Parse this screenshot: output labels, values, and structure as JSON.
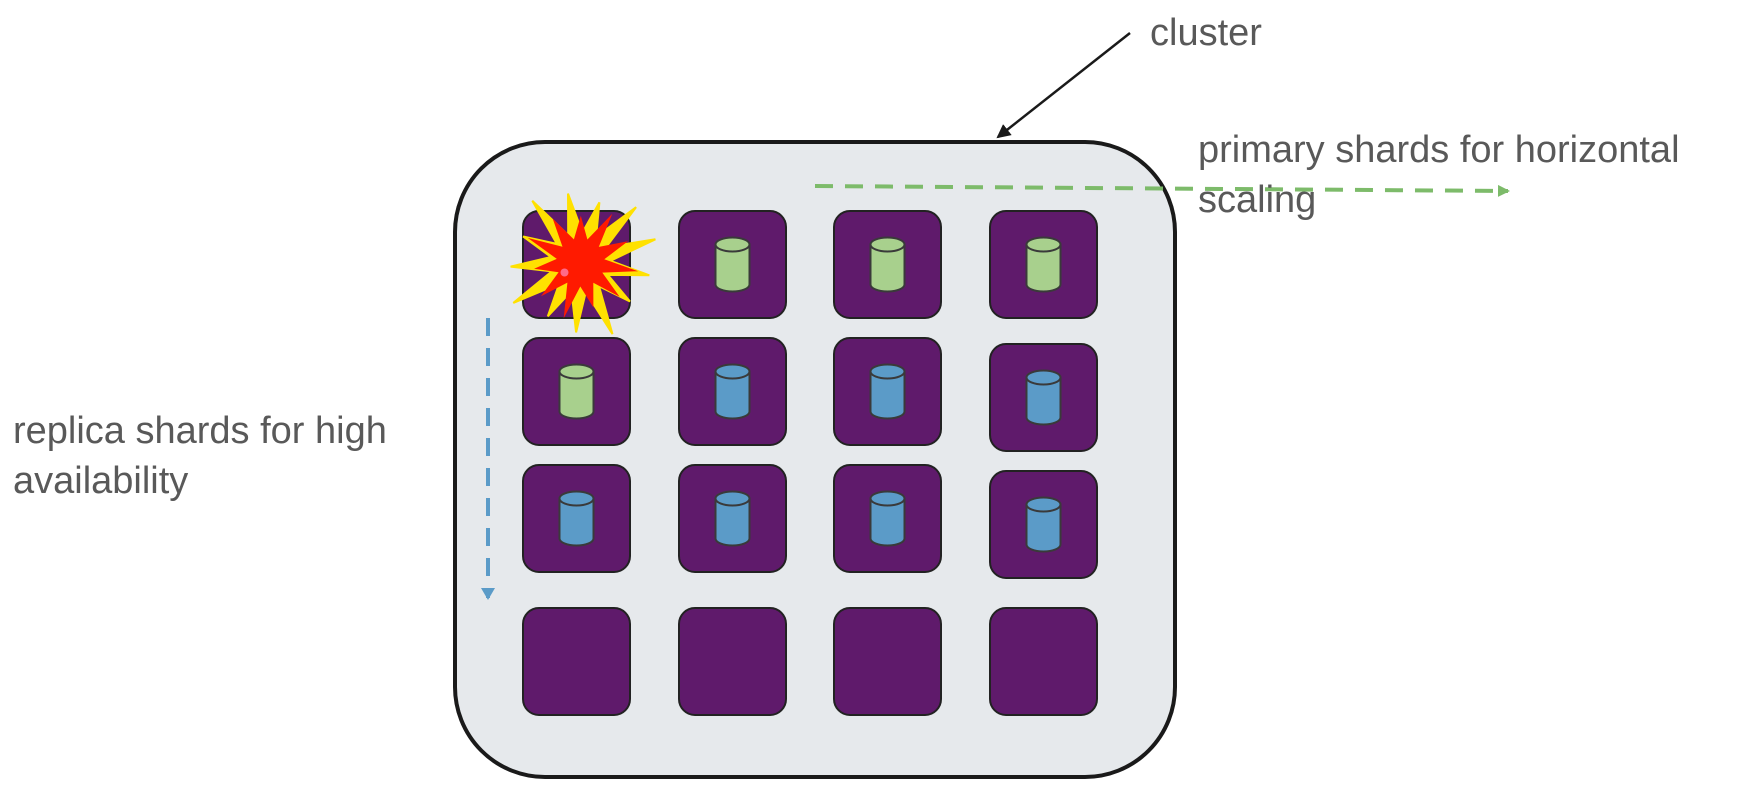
{
  "labels": {
    "cluster": "cluster",
    "primary_line1": "primary shards for horizontal",
    "primary_line2": "scaling",
    "replica_line1": "replica shards for high",
    "replica_line2": "availability"
  },
  "grid": {
    "rows": [
      [
        "failed",
        "primary",
        "primary",
        "primary"
      ],
      [
        "primary",
        "replica",
        "replica",
        "replica"
      ],
      [
        "replica",
        "replica",
        "replica",
        "replica"
      ],
      [
        "empty",
        "empty",
        "empty",
        "empty"
      ]
    ]
  },
  "colors": {
    "node": "#5f1a6b",
    "cluster_fill": "#e6e9ec",
    "cluster_stroke": "#1a1a1a",
    "primary_shard": "#a8d08d",
    "replica_shard": "#5b9bc8",
    "primary_arrow": "#7dbb6a",
    "replica_arrow": "#5b9bc8",
    "explosion_outer": "#ffe100",
    "explosion_inner": "#ff1a00",
    "text": "#595959"
  },
  "icons": {
    "shard": "database-cylinder-icon",
    "failure": "explosion-icon"
  }
}
